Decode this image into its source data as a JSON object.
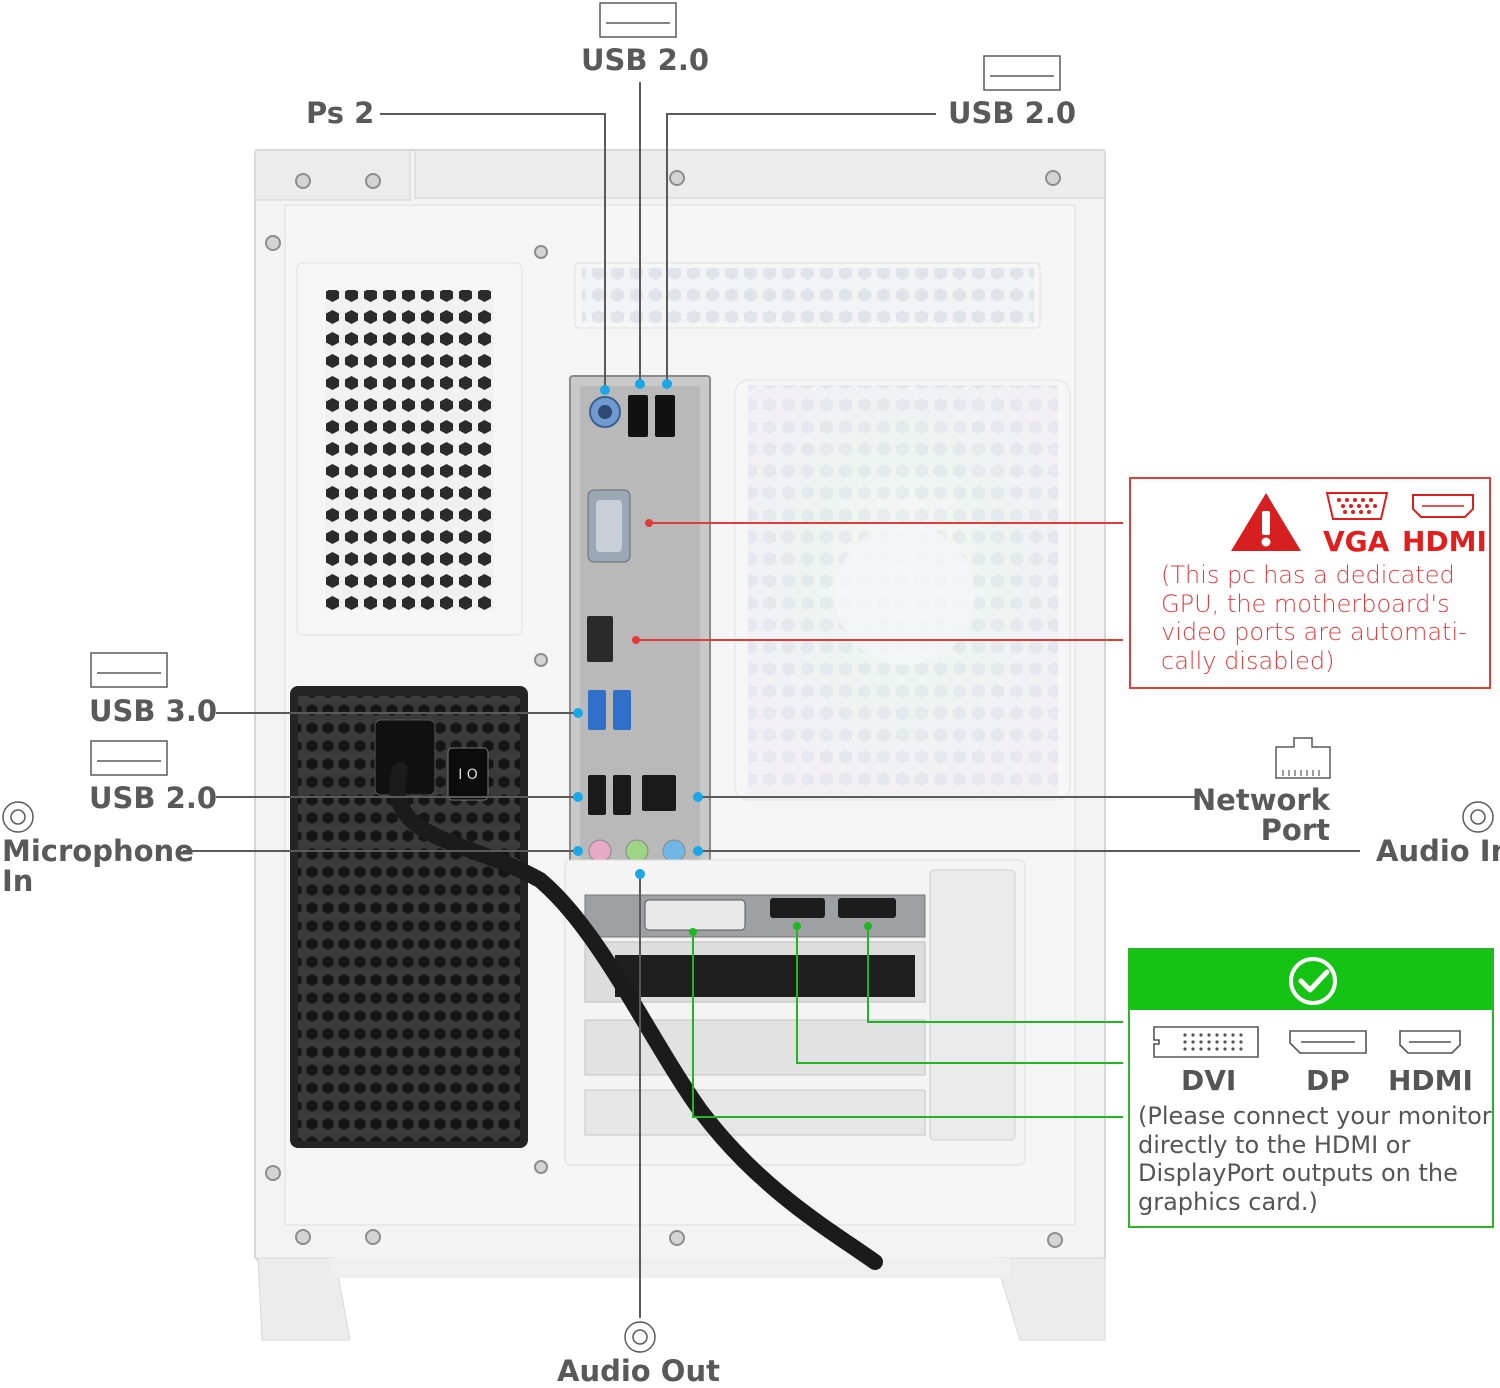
{
  "labels": {
    "ps2": "Ps 2",
    "usb20_top_center": "USB 2.0",
    "usb20_top_right": "USB 2.0",
    "usb30": "USB 3.0",
    "usb20_left": "USB 2.0",
    "microphone_in_line1": "Microphone",
    "microphone_in_line2": "In",
    "network_port_line1": "Network",
    "network_port_line2": "Port",
    "audio_in": "Audio In",
    "audio_out": "Audio Out"
  },
  "red_panel": {
    "vga": "VGA",
    "hdmi": "HDMI",
    "note": "(This pc has a dedicated GPU, the motherboard's video ports are automati-cally disabled)"
  },
  "green_panel": {
    "dvi": "DVI",
    "dp": "DP",
    "hdmi": "HDMI",
    "note": "(Please connect your monitor directly to the HDMI or DisplayPort outputs on the graphics card.)"
  },
  "colors": {
    "leader_gray": "#5a5a5a",
    "port_dot": "#1aa7e8",
    "red_accent": "#e21d1d",
    "green_accent": "#14c314"
  }
}
